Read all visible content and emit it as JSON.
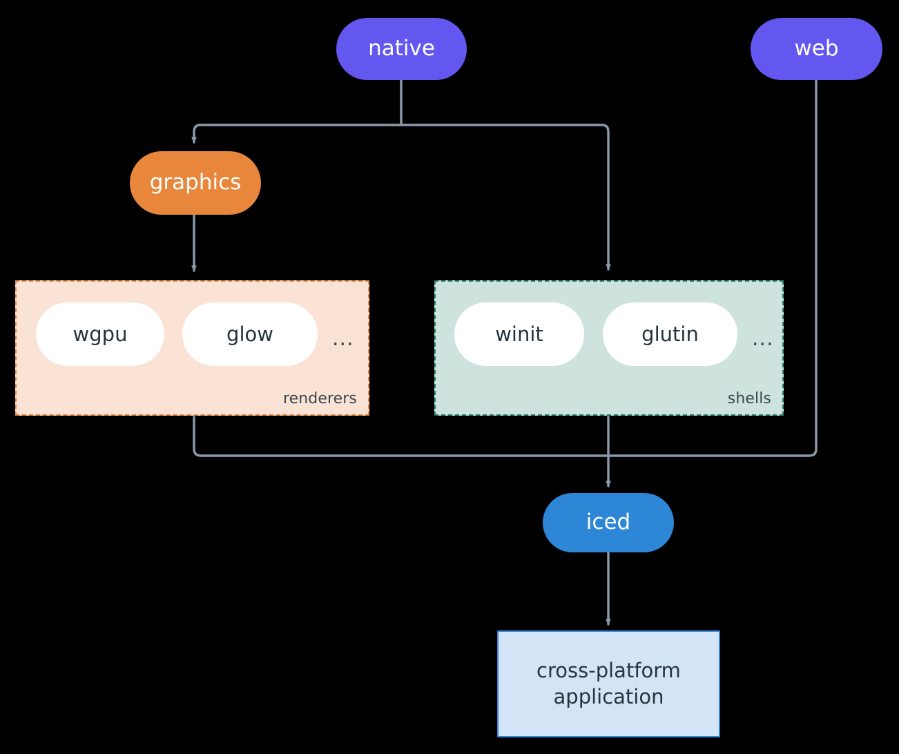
{
  "diagram": {
    "type": "flow-architecture",
    "background": "#000000",
    "edge_color": "#8c9bab",
    "nodes": {
      "native": {
        "label": "native",
        "shape": "pill",
        "color": "#6357f0",
        "text_color": "#ffffff"
      },
      "web": {
        "label": "web",
        "shape": "pill",
        "color": "#6357f0",
        "text_color": "#ffffff"
      },
      "graphics": {
        "label": "graphics",
        "shape": "pill",
        "color": "#e8873b",
        "text_color": "#ffffff"
      },
      "iced": {
        "label": "iced",
        "shape": "pill",
        "color": "#2e86d6",
        "text_color": "#ffffff"
      },
      "application": {
        "line1": "cross-platform",
        "line2": "application",
        "shape": "rect",
        "color": "#d3e4f7",
        "border_color": "#2e86d6",
        "text_color": "#27353f"
      }
    },
    "groups": {
      "renderers": {
        "label": "renderers",
        "fill": "#fae3d5",
        "border_color": "#e8873b",
        "border_style": "dashed",
        "items": [
          {
            "label": "wgpu"
          },
          {
            "label": "glow"
          }
        ],
        "overflow": "..."
      },
      "shells": {
        "label": "shells",
        "fill": "#cfe3de",
        "border_color": "#2a8370",
        "border_style": "dashed",
        "items": [
          {
            "label": "winit"
          },
          {
            "label": "glutin"
          }
        ],
        "overflow": "..."
      }
    },
    "edges": [
      {
        "from": "native",
        "to": "graphics"
      },
      {
        "from": "native",
        "to": "shells"
      },
      {
        "from": "graphics",
        "to": "renderers"
      },
      {
        "from": "renderers",
        "to": "iced"
      },
      {
        "from": "shells",
        "to": "iced"
      },
      {
        "from": "web",
        "to": "iced"
      },
      {
        "from": "iced",
        "to": "application"
      }
    ]
  }
}
